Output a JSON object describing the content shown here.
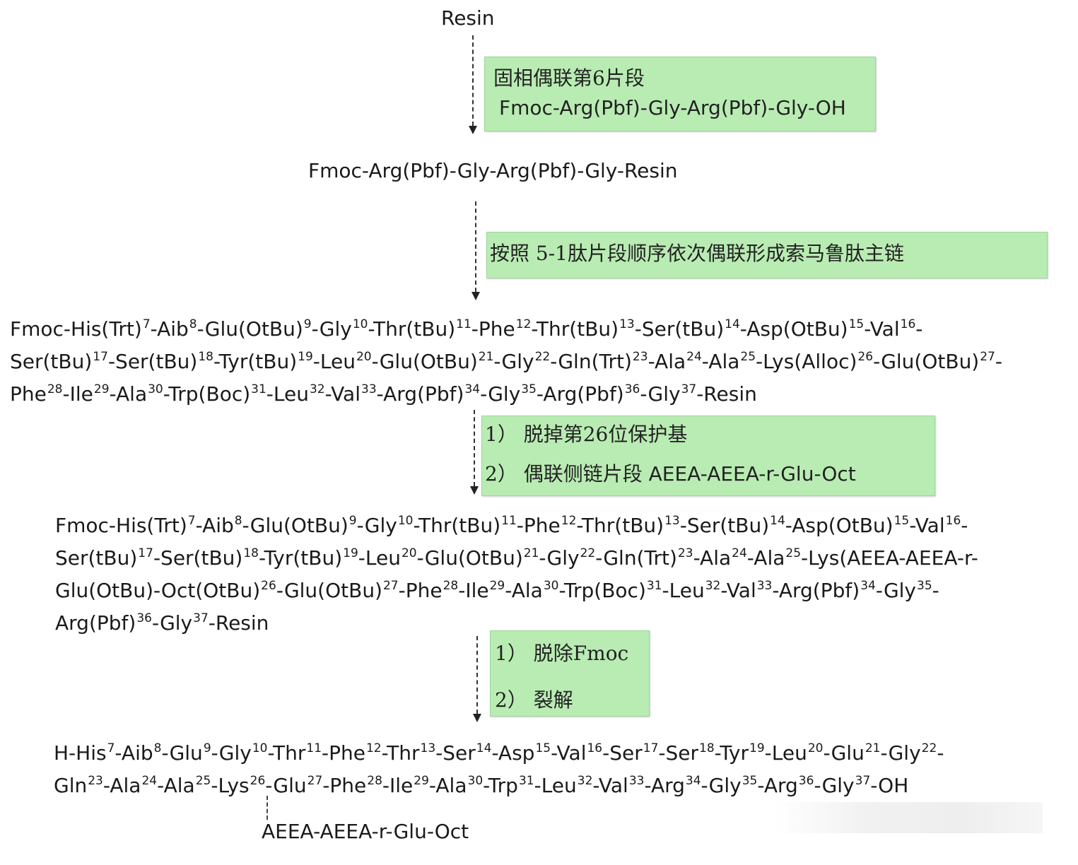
{
  "start": "Resin",
  "step1": {
    "line1": "固相偶联第6片段",
    "line2": "Fmoc-Arg(Pbf)-Gly-Arg(Pbf)-Gly-OH"
  },
  "intermediate1": "Fmoc-Arg(Pbf)-Gly-Arg(Pbf)-Gly-Resin",
  "step2": {
    "line1": "按照 5-1肽片段顺序依次偶联形成索马鲁肽主链"
  },
  "intermediate2": {
    "rows": [
      [
        [
          "Fmoc-His(Trt)",
          "7"
        ],
        [
          "-Aib",
          "8"
        ],
        [
          "-Glu(OtBu)",
          "9"
        ],
        [
          "-Gly",
          "10"
        ],
        [
          "-Thr(tBu)",
          "11"
        ],
        [
          "-Phe",
          "12"
        ],
        [
          "-Thr(tBu)",
          "13"
        ],
        [
          "-Ser(tBu)",
          "14"
        ],
        [
          "-Asp(OtBu)",
          "15"
        ],
        [
          "-Val",
          "16"
        ],
        [
          "-",
          ""
        ]
      ],
      [
        [
          "Ser(tBu)",
          "17"
        ],
        [
          "-Ser(tBu)",
          "18"
        ],
        [
          "-Tyr(tBu)",
          "19"
        ],
        [
          "-Leu",
          "20"
        ],
        [
          "-Glu(OtBu)",
          "21"
        ],
        [
          "-Gly",
          "22"
        ],
        [
          "-Gln(Trt)",
          "23"
        ],
        [
          "-Ala",
          "24"
        ],
        [
          "-Ala",
          "25"
        ],
        [
          "-Lys(Alloc)",
          "26"
        ],
        [
          "-Glu(OtBu)",
          "27"
        ],
        [
          "-",
          ""
        ]
      ],
      [
        [
          "Phe",
          "28"
        ],
        [
          "-Ile",
          "29"
        ],
        [
          "-Ala",
          "30"
        ],
        [
          "-Trp(Boc)",
          "31"
        ],
        [
          "-Leu",
          "32"
        ],
        [
          "-Val",
          "33"
        ],
        [
          "-Arg(Pbf)",
          "34"
        ],
        [
          "-Gly",
          "35"
        ],
        [
          "-Arg(Pbf)",
          "36"
        ],
        [
          "-Gly",
          "37"
        ],
        [
          "-Resin",
          ""
        ]
      ]
    ]
  },
  "step3": {
    "line1": "1） 脱掉第26位保护基",
    "line2_prefix": "2） 偶联侧链片段 ",
    "line2_suffix": "AEEA-AEEA-r-Glu-Oct"
  },
  "intermediate3": {
    "rows": [
      [
        [
          "Fmoc-His(Trt)",
          "7"
        ],
        [
          "-Aib",
          "8"
        ],
        [
          "-Glu(OtBu)",
          "9"
        ],
        [
          "-Gly",
          "10"
        ],
        [
          "-Thr(tBu)",
          "11"
        ],
        [
          "-Phe",
          "12"
        ],
        [
          "-Thr(tBu)",
          "13"
        ],
        [
          "-Ser(tBu)",
          "14"
        ],
        [
          "-Asp(OtBu)",
          "15"
        ],
        [
          "-Val",
          "16"
        ],
        [
          "-",
          ""
        ]
      ],
      [
        [
          "Ser(tBu)",
          "17"
        ],
        [
          "-Ser(tBu)",
          "18"
        ],
        [
          "-Tyr(tBu)",
          "19"
        ],
        [
          "-Leu",
          "20"
        ],
        [
          "-Glu(OtBu)",
          "21"
        ],
        [
          "-Gly",
          "22"
        ],
        [
          "-Gln(Trt)",
          "23"
        ],
        [
          "-Ala",
          "24"
        ],
        [
          "-Ala",
          "25"
        ],
        [
          "-Lys(AEEA-AEEA-r-",
          ""
        ]
      ],
      [
        [
          "Glu(OtBu)-Oct(OtBu)",
          "26"
        ],
        [
          "-Glu(OtBu)",
          "27"
        ],
        [
          "-Phe",
          "28"
        ],
        [
          "-Ile",
          "29"
        ],
        [
          "-Ala",
          "30"
        ],
        [
          "-Trp(Boc)",
          "31"
        ],
        [
          "-Leu",
          "32"
        ],
        [
          "-Val",
          "33"
        ],
        [
          "-Arg(Pbf)",
          "34"
        ],
        [
          "-Gly",
          "35"
        ],
        [
          "-",
          ""
        ]
      ],
      [
        [
          "Arg(Pbf)",
          "36"
        ],
        [
          "-Gly",
          "37"
        ],
        [
          "-Resin",
          ""
        ]
      ]
    ]
  },
  "step4": {
    "line1": "1） 脱除Fmoc",
    "line2": "2） 裂解"
  },
  "product": {
    "rows": [
      [
        [
          "H-His",
          "7"
        ],
        [
          "-Aib",
          "8"
        ],
        [
          "-Glu",
          "9"
        ],
        [
          "-Gly",
          "10"
        ],
        [
          "-Thr",
          "11"
        ],
        [
          "-Phe",
          "12"
        ],
        [
          "-Thr",
          "13"
        ],
        [
          "-Ser",
          "14"
        ],
        [
          "-Asp",
          "15"
        ],
        [
          "-Val",
          "16"
        ],
        [
          "-Ser",
          "17"
        ],
        [
          "-Ser",
          "18"
        ],
        [
          "-Tyr",
          "19"
        ],
        [
          "-Leu",
          "20"
        ],
        [
          "-Glu",
          "21"
        ],
        [
          "-Gly",
          "22"
        ],
        [
          "-",
          ""
        ]
      ],
      [
        [
          "Gln",
          "23"
        ],
        [
          "-Ala",
          "24"
        ],
        [
          "-Ala",
          "25"
        ],
        [
          "-Lys",
          "26"
        ],
        [
          "-Glu",
          "27"
        ],
        [
          "-Phe",
          "28"
        ],
        [
          "-Ile",
          "29"
        ],
        [
          "-Ala",
          "30"
        ],
        [
          "-Trp",
          "31"
        ],
        [
          "-Leu",
          "32"
        ],
        [
          "-Val",
          "33"
        ],
        [
          "-Arg",
          "34"
        ],
        [
          "-Gly",
          "35"
        ],
        [
          "-Arg",
          "36"
        ],
        [
          "-Gly",
          "37"
        ],
        [
          "-OH",
          ""
        ]
      ]
    ],
    "side_chain": "AEEA-AEEA-r-Glu-Oct"
  },
  "colors": {
    "box_fill": "#b9ecb3",
    "text": "#1a1a1a"
  }
}
